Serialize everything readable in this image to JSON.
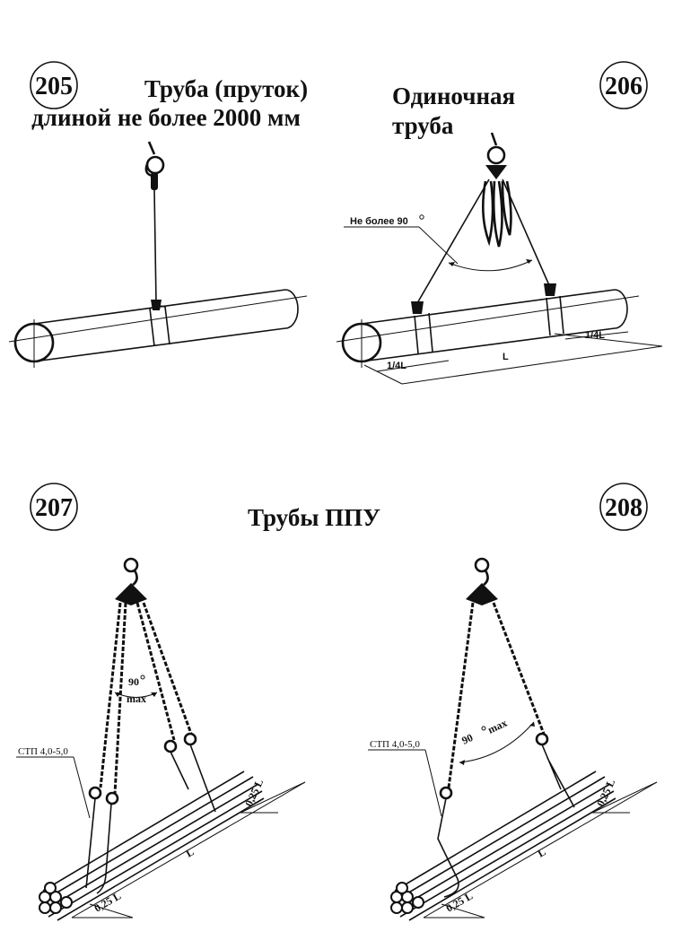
{
  "badges": {
    "b205": "205",
    "b206": "206",
    "b207": "207",
    "b208": "208"
  },
  "titles": {
    "t205_line1": "Труба (пруток)",
    "t205_line2": "длиной не более 2000 мм",
    "t206_line1": "Одиночная",
    "t206_line2": "труба",
    "t207": "Трубы ППУ"
  },
  "labels": {
    "angle_206": "Не более 90",
    "quarter_left_206": "1/4L",
    "quarter_right_206": "1/4L",
    "length_206": "L",
    "angle_207_top": "90",
    "angle_207_bottom": "max",
    "stp_207": "СТП 4,0-5,0",
    "quarter_bottom_207": "0,25 L",
    "quarter_top_207": "0,25 L",
    "length_207": "L",
    "angle_208": "90",
    "angle_208_max": "max",
    "stp_208": "СТП 4,0-5,0",
    "quarter_bottom_208": "0,25 L",
    "quarter_top_208": "0,25 L",
    "length_208": "L"
  }
}
